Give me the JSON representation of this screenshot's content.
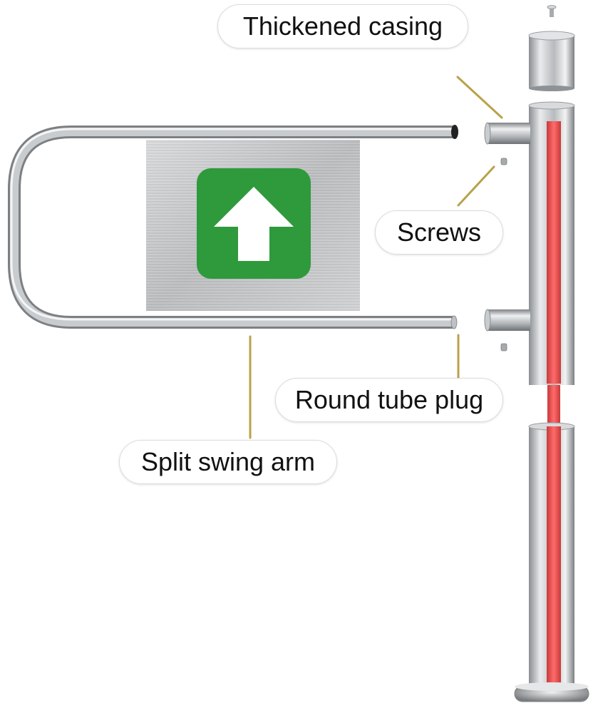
{
  "labels": {
    "thickened_casing": "Thickened casing",
    "screws": "Screws",
    "round_tube_plug": "Round tube plug",
    "split_swing_arm": "Split swing arm"
  },
  "icons": {
    "sign_arrow": "arrow-up-icon"
  },
  "colors": {
    "sign_green": "#2e9a3c",
    "accent_red": "#e84a4a",
    "steel": "#c4c7c9",
    "leader_line": "#b8a24a"
  }
}
